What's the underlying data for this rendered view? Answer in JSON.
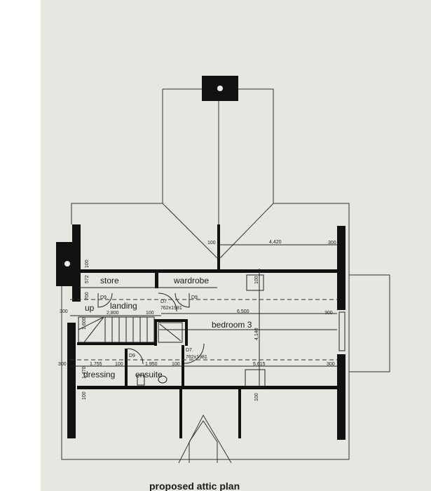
{
  "plan": {
    "title": "proposed attic plan",
    "rooms": {
      "store": "store",
      "wardrobe": "wardrobe",
      "up": "up",
      "landing": "landing",
      "bedroom": "bedroom 3",
      "dressing": "dressing",
      "ensuite": "ensuite"
    },
    "doors": {
      "d9_landing": "D9.",
      "d9_wardrobe": "D9.",
      "d7_top": "D7.",
      "d7_top_size": "762x1981",
      "d9_ensuite": "D9",
      "d7_bottom": "D7.",
      "d7_bottom_size": "762x1981"
    },
    "dimensions": {
      "d100_top": "100",
      "d4420": "4,420",
      "d300_top": "300",
      "d100_left": "100",
      "d572": "572",
      "d700": "700",
      "d300_left": "300",
      "d2800": "2,800",
      "d100_landing": "100",
      "d6500": "6,500",
      "d300_right": "300",
      "d1600": "1,600",
      "d4140": "4,140",
      "d100_vert": "100",
      "d300_left2": "300",
      "d1755": "1,755",
      "d100_a": "100",
      "d1950": "1,950",
      "d100_b": "100",
      "d5615": "5,615",
      "d300_right2": "300",
      "d1470": "1,470",
      "d100_bottom": "100",
      "d100_bottom2": "100"
    }
  }
}
